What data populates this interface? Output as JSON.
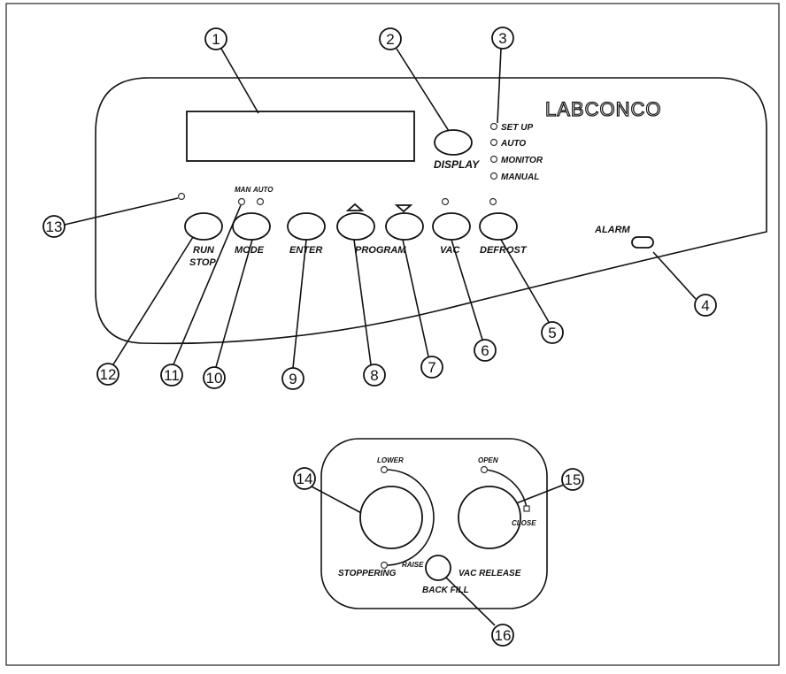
{
  "brand": "LABCONCO",
  "status_labels": [
    "SET UP",
    "AUTO",
    "MONITOR",
    "MANUAL"
  ],
  "labels": {
    "display": "DISPLAY",
    "man": "MAN",
    "auto": "AUTO",
    "run": "RUN",
    "stop": "STOP",
    "mode": "MODE",
    "enter": "ENTER",
    "program": "PROGRAM",
    "vac": "VAC",
    "defrost": "DEFROST",
    "alarm": "ALARM",
    "lower": "LOWER",
    "raise": "RAISE",
    "stoppering": "STOPPERING",
    "open": "OPEN",
    "close": "CLOSE",
    "back_fill": "BACK FILL",
    "vac_release": "VAC RELEASE"
  },
  "callouts": [
    "1",
    "2",
    "3",
    "4",
    "5",
    "6",
    "7",
    "8",
    "9",
    "10",
    "11",
    "12",
    "13",
    "14",
    "15",
    "16"
  ]
}
